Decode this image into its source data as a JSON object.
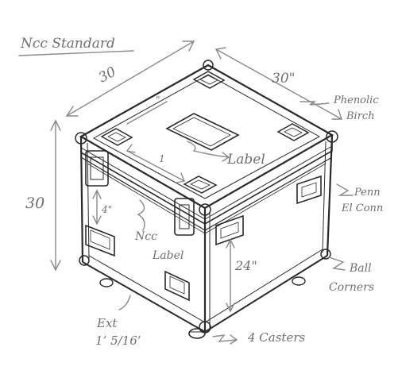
{
  "title": "Ncc Standard",
  "dimensions": {
    "width_top_left": "30",
    "width_top_right": "30\"",
    "height_left": "30",
    "interior_height": "24\""
  },
  "labels": {
    "phenolic_1": "Phenolic",
    "phenolic_2": "Birch",
    "label_top": "Label",
    "penn_1": "Penn",
    "penn_2": "El Conn",
    "ncc_1": "Ncc",
    "ncc_2": "Label",
    "ball_1": "Ball",
    "ball_2": "Corners",
    "ext_1": "Ext",
    "ext_2": "1’ 5/16’",
    "casters": "4 Casters",
    "lid_inch": "\"",
    "lid_one": "1",
    "front_4": "4\""
  },
  "colors": {
    "ink": "#2a2a2a",
    "pencil": "#6f6f6f",
    "paper": "#ffffff"
  }
}
